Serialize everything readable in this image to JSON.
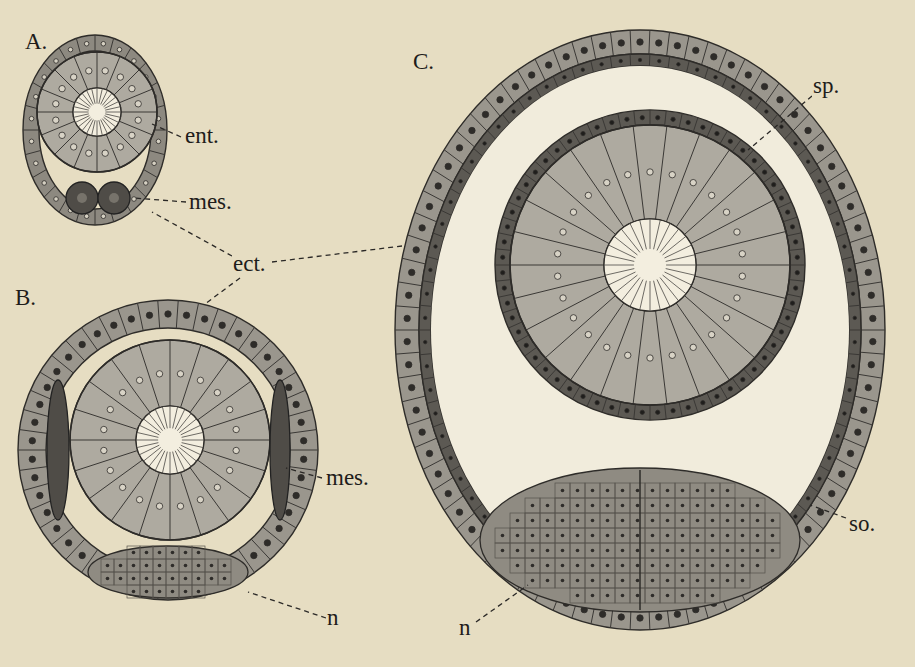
{
  "diagram": {
    "labels": [
      "A.",
      "C.",
      "sp.",
      "ent.",
      "mes.",
      "ect.",
      "B.",
      "mes.",
      "so.",
      "n",
      "n"
    ]
  }
}
